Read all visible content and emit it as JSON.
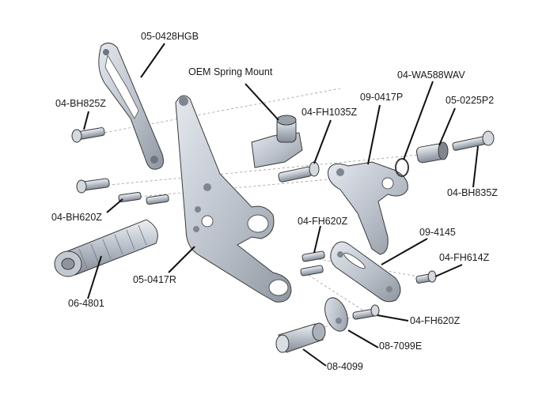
{
  "diagram": {
    "labels": {
      "bracket_upper": "05-0428HGB",
      "oem_spring_mount": "OEM Spring Mount",
      "bolt_bh825": "04-BH825Z",
      "bolt_fh1035": "04-FH1035Z",
      "bracket_0417p": "09-0417P",
      "washer_wa588": "04-WA588WAV",
      "spacer_0225p2": "05-0225P2",
      "bolt_bh835": "04-BH835Z",
      "bolt_bh620": "04-BH620Z",
      "bolt_fh620_upper": "04-FH620Z",
      "link_4145": "09-4145",
      "bolt_fh614": "04-FH614Z",
      "bracket_0417r": "05-0417R",
      "peg_4801": "06-4801",
      "bolt_fh620_lower": "04-FH620Z",
      "cam_7099e": "08-7099E",
      "spacer_4099": "08-4099"
    },
    "colors": {
      "metal": "#b9c0c9",
      "metal_dark": "#8f97a2",
      "metal_light": "#dde2e8",
      "leader": "#111111"
    }
  }
}
